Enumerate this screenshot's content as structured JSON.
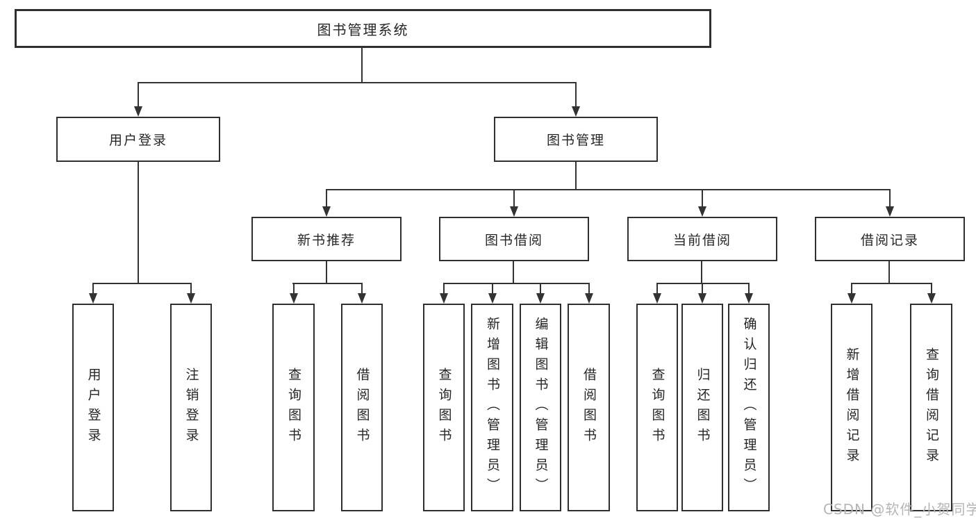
{
  "diagram": {
    "root": {
      "label": "图书管理系统"
    },
    "level2": [
      {
        "label": "用户登录"
      },
      {
        "label": "图书管理"
      }
    ],
    "level3": [
      {
        "label": "新书推荐"
      },
      {
        "label": "图书借阅"
      },
      {
        "label": "当前借阅"
      },
      {
        "label": "借阅记录"
      }
    ],
    "leaves": [
      {
        "label": "用户登录"
      },
      {
        "label": "注销登录"
      },
      {
        "label": "查询图书"
      },
      {
        "label": "借阅图书"
      },
      {
        "label": "查询图书"
      },
      {
        "label": "新增图书（管理员）"
      },
      {
        "label": "编辑图书（管理员）"
      },
      {
        "label": "借阅图书"
      },
      {
        "label": "查询图书"
      },
      {
        "label": "归还图书"
      },
      {
        "label": "确认归还（管理员）"
      },
      {
        "label": "新增借阅记录"
      },
      {
        "label": "查询借阅记录"
      }
    ]
  },
  "watermark": {
    "text": "CSDN @软件_小贺同学"
  },
  "colors": {
    "line": "#333333",
    "border": "#2f2f2f",
    "text": "#262626",
    "watermark": "#b5b5b5",
    "background": "#ffffff"
  }
}
